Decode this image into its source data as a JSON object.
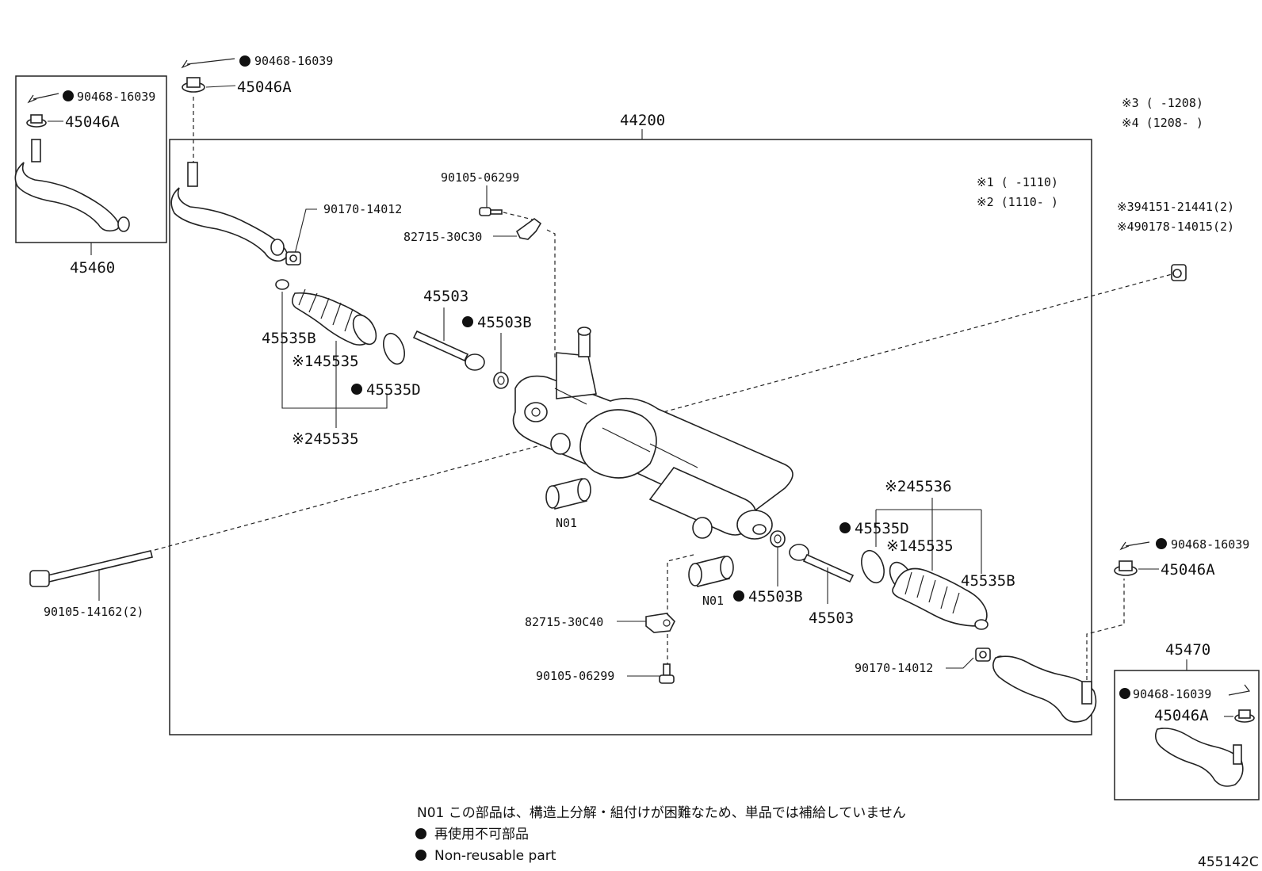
{
  "diagram_id": "455142C",
  "assembly": {
    "number": "44200"
  },
  "left_box": {
    "number": "45460",
    "bolt": "90468-16039",
    "nut": "45046A"
  },
  "right_box": {
    "number": "45470",
    "bolt": "90468-16039",
    "nut": "45046A"
  },
  "top_left": {
    "bolt": "90468-16039",
    "nut": "45046A"
  },
  "right_side": {
    "bolt": "90468-16039",
    "nut": "45046A"
  },
  "notes_right": [
    "※3 (    -1208)",
    "※4 (1208-    )"
  ],
  "notes_inner": [
    "※1 (    -1110)",
    "※2 (1110-    )"
  ],
  "fasteners_right": [
    "※394151-21441(2)",
    "※490178-14015(2)"
  ],
  "labels": {
    "bolt_top": "90105-06299",
    "bracket_top": "82715-30C30",
    "nut_left": "90170-14012",
    "rod_left": "45503",
    "washer_left": "45503B",
    "clamp_left": "45535B",
    "boot_left_1": "※145535",
    "clip_left": "45535D",
    "boot_left_2": "※245535",
    "bushing_left": "N01",
    "long_bolt": "90105-14162(2)",
    "bracket_bottom": "82715-30C40",
    "bolt_bottom": "90105-06299",
    "bushing_right": "N01",
    "washer_right": "45503B",
    "rod_right": "45503",
    "boot_right_2": "※245536",
    "clip_right": "45535D",
    "boot_right_1": "※145535",
    "clamp_right": "45535B",
    "nut_right": "90170-14012"
  },
  "footer": {
    "note_n01": "N01 この部品は、構造上分解・組付けが困難なため、単品では補給していません",
    "note_jp": "再使用不可部品",
    "note_en": "Non-reusable part"
  }
}
